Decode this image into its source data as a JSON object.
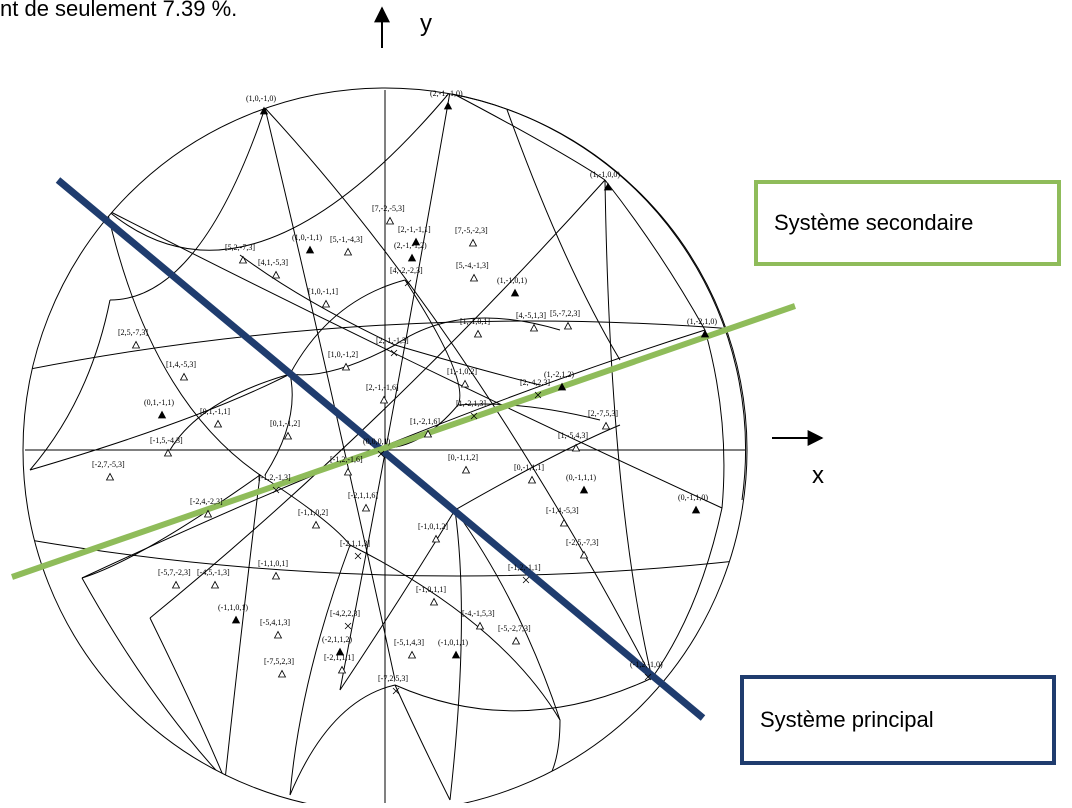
{
  "top_text": "nt de seulement 7.39 %.",
  "axes": {
    "x_label": "x",
    "y_label": "y"
  },
  "boxes": {
    "secondary": "Système secondaire",
    "primary": "Système principal"
  },
  "colors": {
    "primary_line": "#1f3c6e",
    "secondary_line": "#8fbc5a",
    "curves": "#000000"
  },
  "labels": {
    "l1": "(1,0,-1,0)",
    "l2": "(2,-1,-1,0)",
    "l3": "(1,-1,0,0)",
    "l4": "[7,-2,-5,3]",
    "l5": "[2,-1,-1,1]",
    "l6": "(1,0,-1,1)",
    "l7": "[5,-1,-4,3]",
    "l8": "(2,-1,-1,2)",
    "l9": "[7,-5,-2,3]",
    "l10": "[5,2,-7,3]",
    "l11": "[4,1,-5,3]",
    "l12": "[4,-2,-2,3]",
    "l13": "[5,-4,-1,3]",
    "l14": "(1,-1,0,1)",
    "l15": "[1,0,-1,1]",
    "l16": "[4,-5,1,3]",
    "l17": "[5,-7,2,3]",
    "l18": "[2,5,-7,3]",
    "l19": "[1,-1,0,1]",
    "l20": "[2,-1,-1,3]",
    "l21": "(1,-2,1,0)",
    "l22": "[1,0,-1,2]",
    "l23": "[1,4,-5,3]",
    "l24": "[1,-1,0,2]",
    "l25": "(1,-2,1,2)",
    "l26": "[2,-4,2,3]",
    "l27": "(0,1,-1,1)",
    "l28": "[2,-1,-1,6]",
    "l29": "[1,-2,1,3]",
    "l30": "[0,1,-1,1]",
    "l31": "[2,-7,5,3]",
    "l32": "[0,1,-1,2]",
    "l33": "[1,-2,1,6]",
    "l34": "[1,-5,4,3]",
    "l35": "[-1,5,-4,3]",
    "l36": "(0,0,0,1)",
    "l37": "[-2,7,-5,3]",
    "l38": "[-1,2,-1,6]",
    "l39": "[0,-1,1,2]",
    "l40": "[0,-1,1,1]",
    "l41": "[-1,2,-1,3]",
    "l42": "(0,-1,1,1)",
    "l43": "(0,-1,1,0)",
    "l44": "[-2,1,1,6]",
    "l45": "[-2,4,-2,3]",
    "l46": "[-1,1,0,2]",
    "l47": "[-1,4,-5,3]",
    "l48": "[-1,0,1,2]",
    "l49": "[-2,1,1,3]",
    "l50": "[-2,5,-7,3]",
    "l51": "[-5,7,-2,3]",
    "l52": "[-4,5,-1,3]",
    "l53": "[-1,1,0,1]",
    "l54": "[-1,2,-1,1]",
    "l55": "(-1,1,0,1)",
    "l56": "[-5,4,1,3]",
    "l57": "[-4,2,2,3]",
    "l58": "[-1,0,1,1]",
    "l59": "[-4,-1,5,3]",
    "l60": "[-5,-2,7,3]",
    "l61": "(-2,1,1,2)",
    "l62": "[-5,1,4,3]",
    "l63": "(-1,0,1,1)",
    "l64": "[-7,5,2,3]",
    "l65": "[-2,1,1,1]",
    "l66": "[-7,2,5,3]",
    "l67": "(-1,2,-1,0)"
  }
}
